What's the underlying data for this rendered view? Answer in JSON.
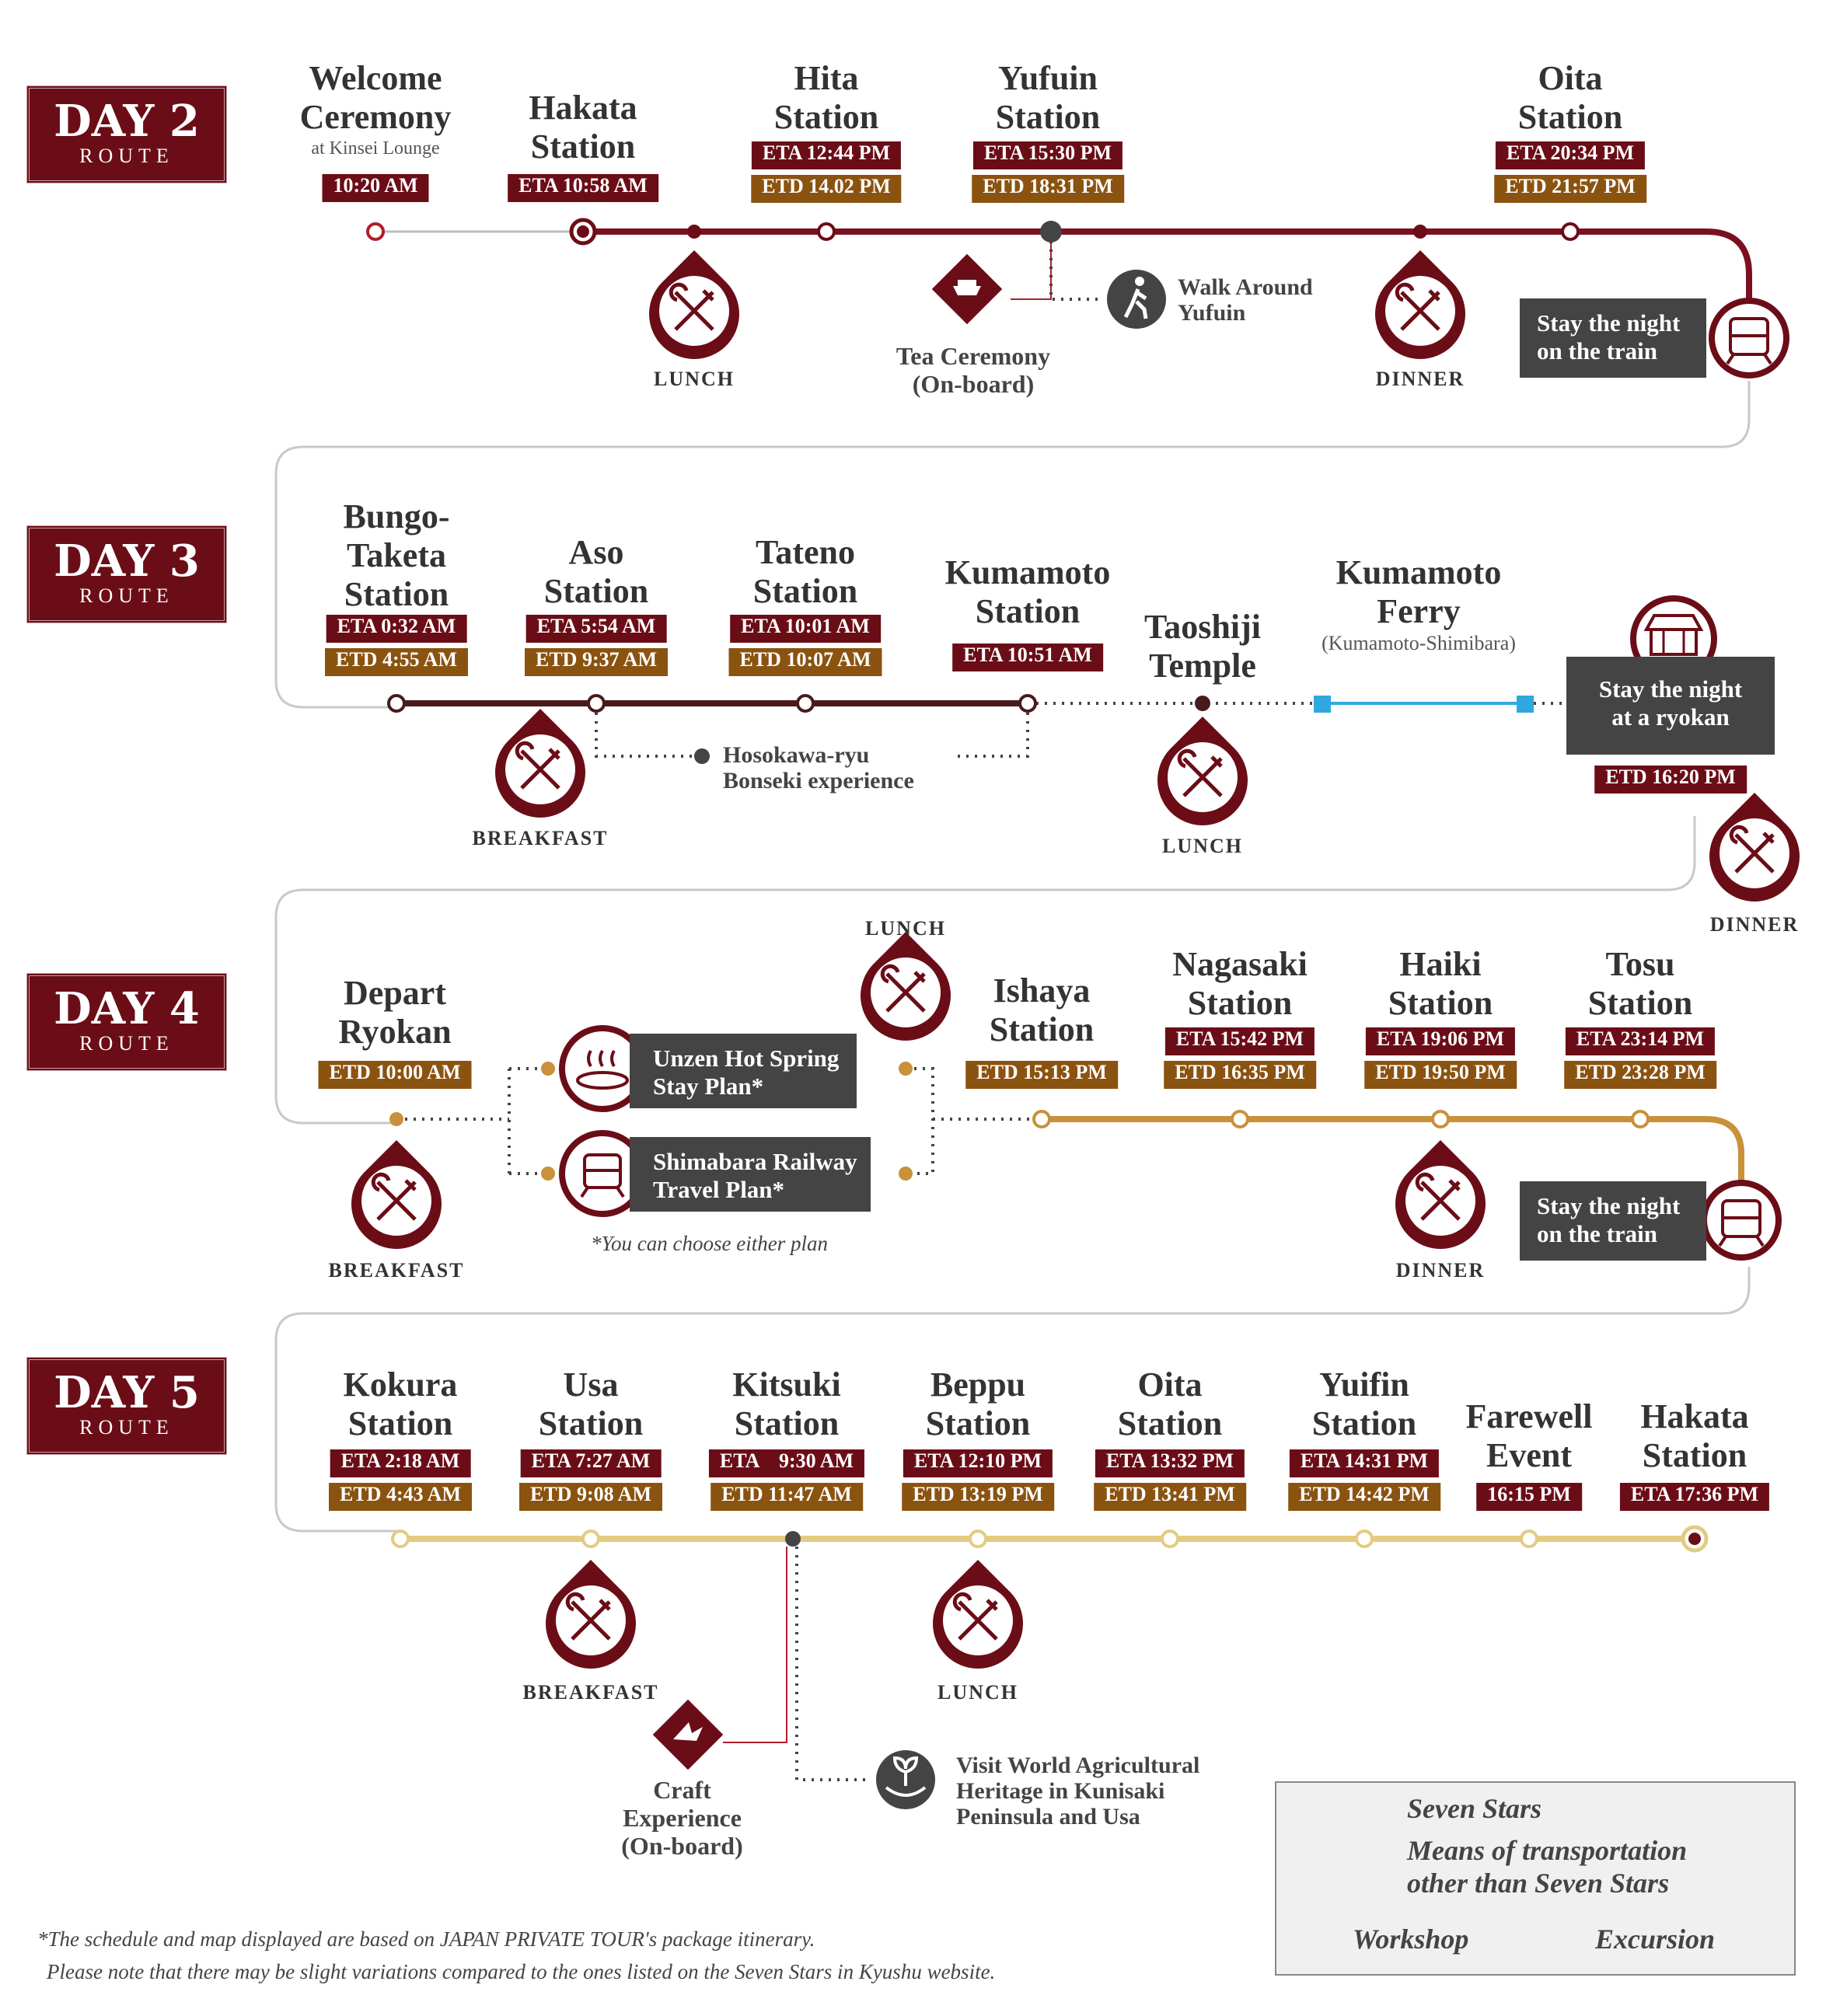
{
  "days": [
    {
      "id": "day2",
      "label": "DAY 2",
      "sub": "ROUTE"
    },
    {
      "id": "day3",
      "label": "DAY 3",
      "sub": "ROUTE"
    },
    {
      "id": "day4",
      "label": "DAY 4",
      "sub": "ROUTE"
    },
    {
      "id": "day5",
      "label": "DAY 5",
      "sub": "ROUTE"
    }
  ],
  "day2": {
    "welcome": {
      "line1": "Welcome",
      "line2": "Ceremony",
      "sub": "at Kinsei Lounge",
      "time": "10:20 AM"
    },
    "hakata": {
      "line1": "Hakata",
      "line2": "Station",
      "etd": "ETA  10:58 AM"
    },
    "hita": {
      "line1": "Hita",
      "line2": "Station",
      "eta": "ETA  12:44 PM",
      "etd": "ETD  14.02 PM"
    },
    "yufuin": {
      "line1": "Yufuin",
      "line2": "Station",
      "eta": "ETA  15:30 PM",
      "etd": "ETD  18:31 PM"
    },
    "oita": {
      "line1": "Oita",
      "line2": "Station",
      "eta": "ETA  20:34 PM",
      "etd": "ETD  21:57 PM"
    },
    "lunch": "LUNCH",
    "dinner": "DINNER",
    "tea": {
      "line1": "Tea Ceremony",
      "line2": "(On-board)"
    },
    "walk": {
      "line1": "Walk Around",
      "line2": "Yufuin"
    },
    "stay": {
      "line1": "Stay the night",
      "line2": "on the train"
    }
  },
  "day3": {
    "bungo": {
      "line1": "Bungo-",
      "line2": "Taketa",
      "line3": "Station",
      "eta": "ETA  0:32 AM",
      "etd": "ETD  4:55 AM"
    },
    "aso": {
      "line1": "Aso",
      "line2": "Station",
      "eta": "ETA  5:54 AM",
      "etd": "ETD  9:37 AM"
    },
    "tateno": {
      "line1": "Tateno",
      "line2": "Station",
      "eta": "ETA  10:01 AM",
      "etd": "ETD  10:07 AM"
    },
    "kumamoto": {
      "line1": "Kumamoto",
      "line2": "Station",
      "eta": "ETA  10:51 AM"
    },
    "taoshiji": {
      "line1": "Taoshiji",
      "line2": "Temple"
    },
    "ferry": {
      "line1": "Kumamoto",
      "line2": "Ferry",
      "sub": "(Kumamoto-Shimibara)"
    },
    "hosokawa": {
      "line1": "Hosokawa-ryu",
      "line2": "Bonseki experience"
    },
    "breakfast": "BREAKFAST",
    "lunch": "LUNCH",
    "dinner": "DINNER",
    "stay": {
      "line1": "Stay the night",
      "line2": "at a ryokan",
      "etd": "ETD  16:20 PM"
    }
  },
  "day4": {
    "depart": {
      "line1": "Depart",
      "line2": "Ryokan",
      "etd": "ETD  10:00 AM"
    },
    "unzen": {
      "line1": "Unzen Hot Spring",
      "line2": "Stay Plan*"
    },
    "shimabara": {
      "line1": "Shimabara Railway",
      "line2": "Travel Plan*"
    },
    "choose": "*You can choose either plan",
    "lunch": "LUNCH",
    "ishaya": {
      "line1": "Ishaya",
      "line2": "Station",
      "etd": "ETD  15:13 PM"
    },
    "nagasaki": {
      "line1": "Nagasaki",
      "line2": "Station",
      "eta": "ETA  15:42 PM",
      "etd": "ETD  16:35 PM"
    },
    "haiki": {
      "line1": "Haiki",
      "line2": "Station",
      "eta": "ETA  19:06 PM",
      "etd": "ETD  19:50 PM"
    },
    "tosu": {
      "line1": "Tosu",
      "line2": "Station",
      "eta": "ETA  23:14 PM",
      "etd": "ETD  23:28 PM"
    },
    "breakfast": "BREAKFAST",
    "dinner": "DINNER",
    "stay": {
      "line1": "Stay the night",
      "line2": "on the train"
    }
  },
  "day5": {
    "kokura": {
      "line1": "Kokura",
      "line2": "Station",
      "eta": "ETA  2:18 AM",
      "etd": "ETD  4:43 AM"
    },
    "usa": {
      "line1": "Usa",
      "line2": "Station",
      "eta": "ETA  7:27 AM",
      "etd": "ETD  9:08 AM"
    },
    "kitsuki": {
      "line1": "Kitsuki",
      "line2": "Station",
      "eta": "ETA    9:30 AM",
      "etd": "ETD  11:47 AM"
    },
    "beppu": {
      "line1": "Beppu",
      "line2": "Station",
      "eta": "ETA  12:10 PM",
      "etd": "ETD  13:19 PM"
    },
    "oita": {
      "line1": "Oita",
      "line2": "Station",
      "eta": "ETA  13:32 PM",
      "etd": "ETD  13:41 PM"
    },
    "yuifin": {
      "line1": "Yuifin",
      "line2": "Station",
      "eta": "ETA  14:31 PM",
      "etd": "ETD  14:42 PM"
    },
    "farewell": {
      "line1": "Farewell",
      "line2": "Event",
      "time": "16:15 PM"
    },
    "hakata": {
      "line1": "Hakata",
      "line2": "Station",
      "eta": "ETA  17:36 PM"
    },
    "breakfast": "BREAKFAST",
    "lunch": "LUNCH",
    "craft": {
      "line1": "Craft",
      "line2": "Experience",
      "line3": "(On-board)"
    },
    "visit": {
      "line1": "Visit World Agricultural",
      "line2": "Heritage in Kunisaki",
      "line3": "Peninsula and Usa"
    }
  },
  "legend": {
    "seven": "Seven Stars",
    "other1": "Means of transportation",
    "other2": "other than Seven Stars",
    "workshop": "Workshop",
    "excursion": "Excursion"
  },
  "footnote": {
    "line1": "*The schedule and map displayed are based on JAPAN PRIVATE TOUR's package itinerary.",
    "line2": "Please note that there may be slight variations compared to the ones listed on the Seven Stars in Kyushu website."
  },
  "colors": {
    "maroon": "#6b0d17",
    "brown": "#8b5310",
    "tan": "#c8913a",
    "gold": "#e3cb82",
    "ferry": "#2fa8e0",
    "dark": "#444444"
  }
}
